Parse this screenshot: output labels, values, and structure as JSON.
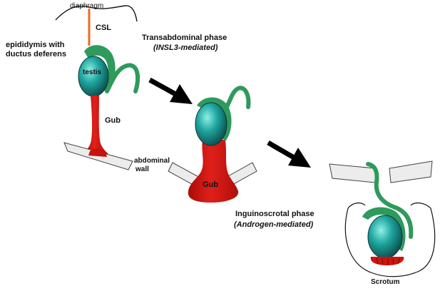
{
  "labels": {
    "diaphragm": "diaphragm",
    "csl": "CSL",
    "epididymis_line1": "epididymis with",
    "epididymis_line2": "ductus deferens",
    "testis": "testis",
    "gub1": "Gub",
    "gub2": "Gub",
    "abdominal_wall_line1": "abdominal",
    "abdominal_wall_line2": "wall",
    "scrotum": "Scrotum"
  },
  "phases": {
    "transabdominal_title": "Transabdominal phase",
    "transabdominal_sub": "(INSL3-mediated)",
    "inguinoscrotal_title": "Inguinoscrotal phase",
    "inguinoscrotal_sub": "(Androgen-mediated)"
  },
  "colors": {
    "testis_fill": "#1f9e9a",
    "testis_highlight": "#7fe0d8",
    "epididymis": "#2e9a5c",
    "gubernaculum": "#d0140e",
    "csl": "#ee6a1a",
    "wall_fill": "#ececec",
    "arrow": "#000000"
  }
}
